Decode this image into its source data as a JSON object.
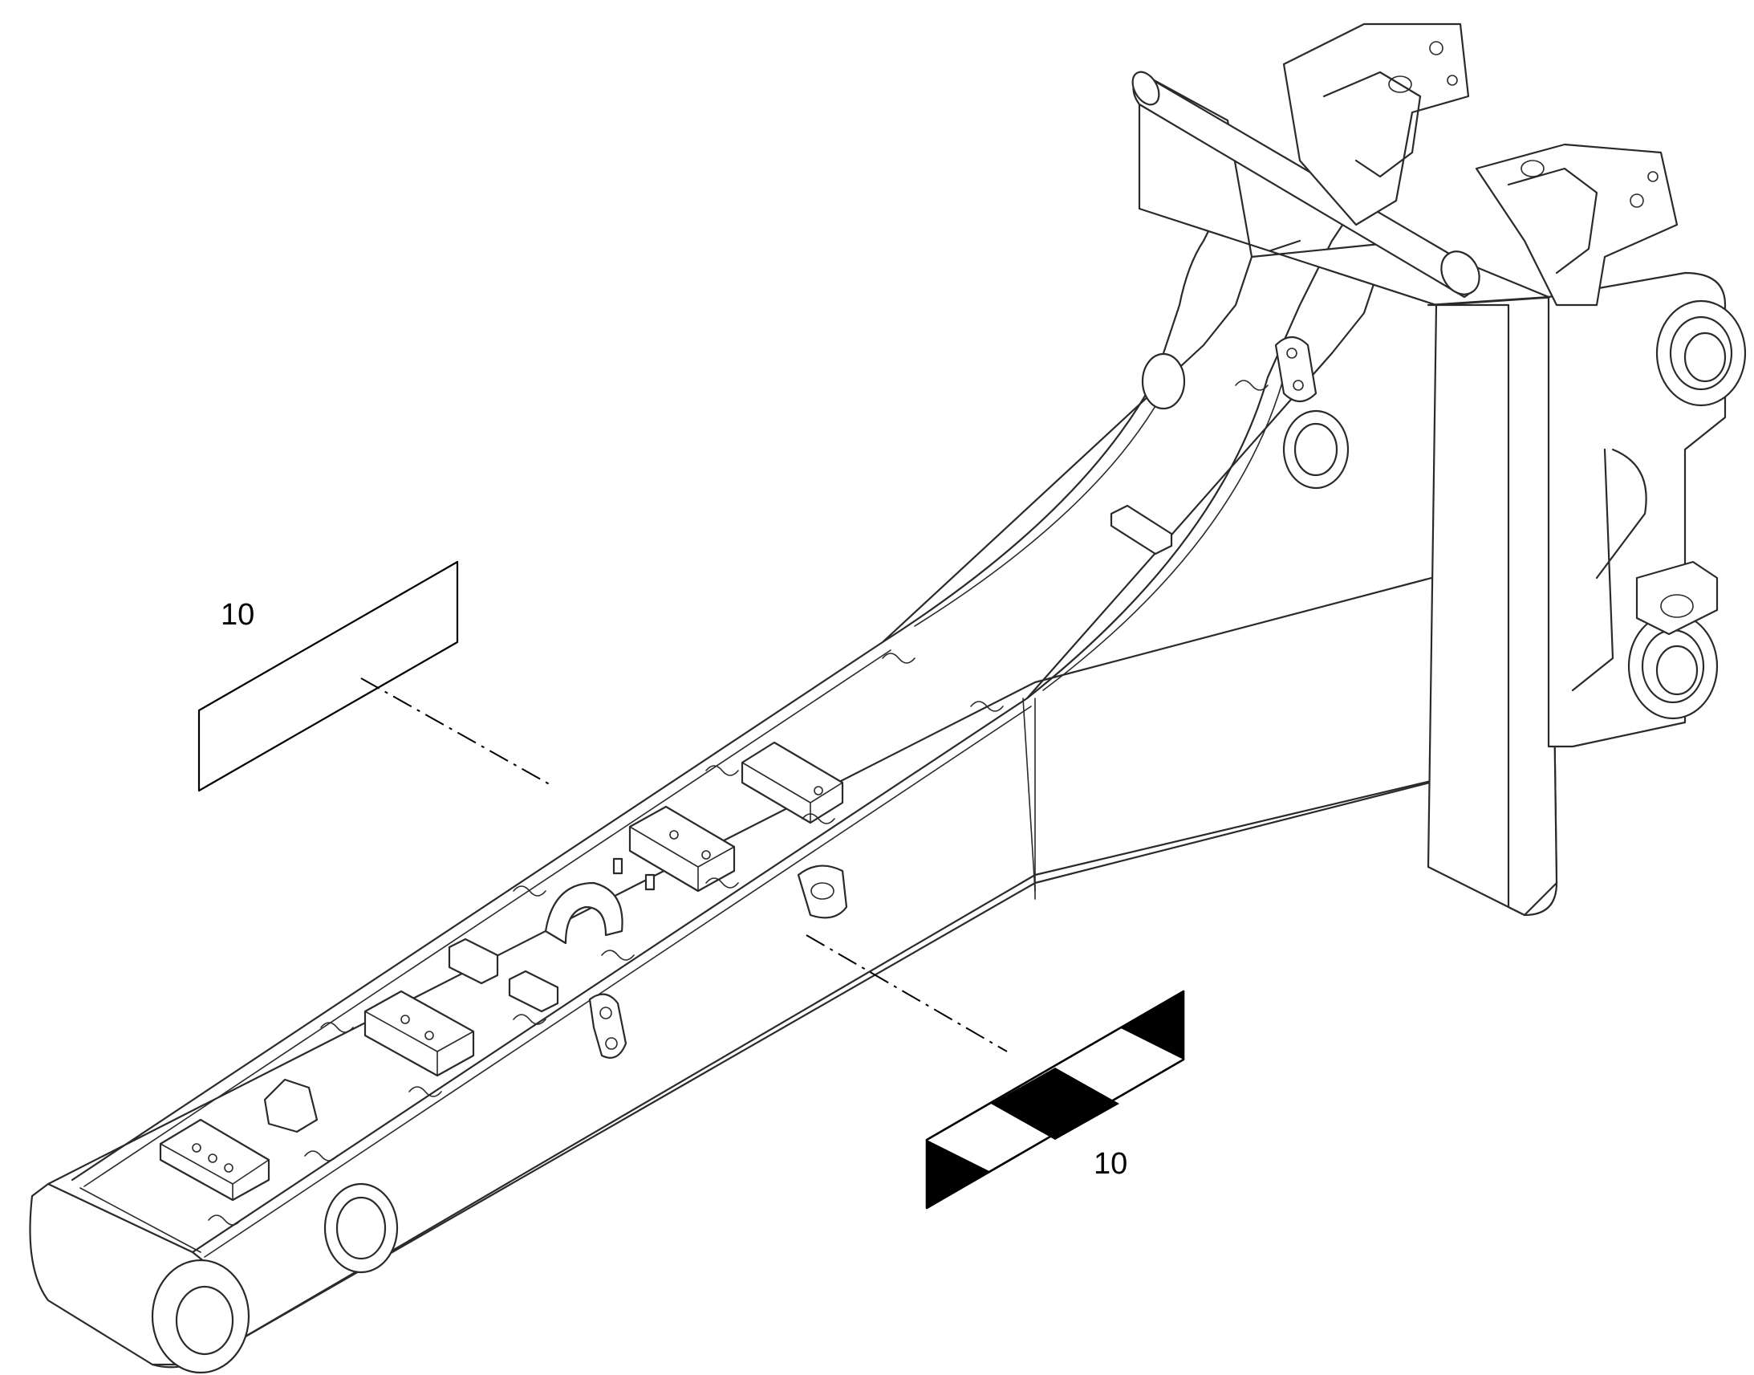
{
  "callouts": [
    {
      "id": "decal-plain",
      "label": "10"
    },
    {
      "id": "decal-striped",
      "label": "10"
    }
  ],
  "colors": {
    "line": "#2a2a2a",
    "background": "#ffffff",
    "decal_black": "#000000"
  },
  "icons": [
    "boom-arm-drawing",
    "decal-plain-shape",
    "decal-striped-shape"
  ]
}
